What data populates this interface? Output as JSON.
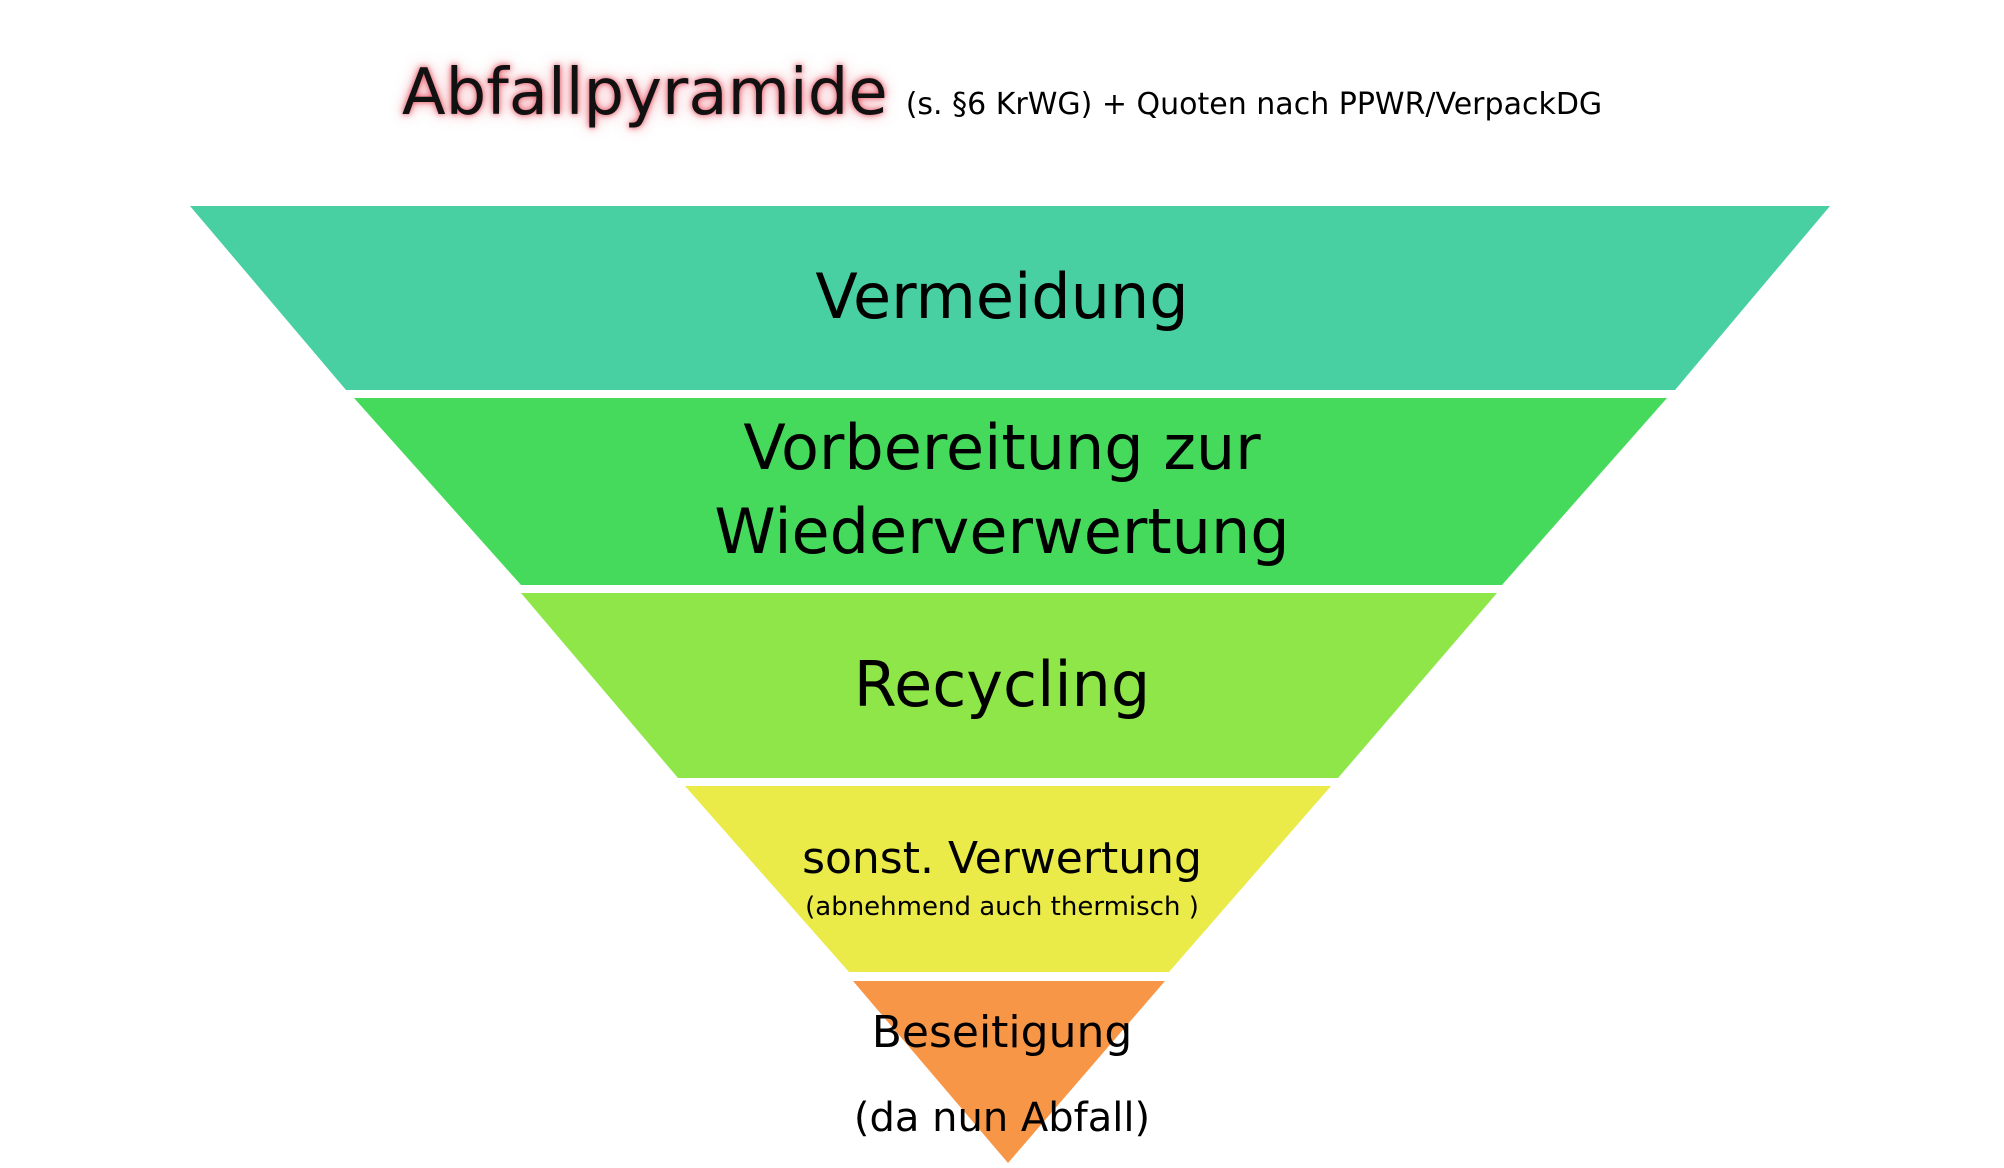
{
  "title": {
    "main": "Abfallpyramide",
    "sub": "(s. §6 KrWG) + Quoten nach PPWR/VerpackDG"
  },
  "layers": [
    {
      "lines": [
        "Vermeidung"
      ],
      "color": "#48D0A2"
    },
    {
      "lines": [
        "Vorbereitung zur",
        "Wiederverwertung"
      ],
      "color": "#46DA5D"
    },
    {
      "lines": [
        "Recycling"
      ],
      "color": "#8EE648"
    },
    {
      "lines": [
        "sonst. Verwertung"
      ],
      "note": "(abnehmend  auch thermisch )",
      "color": "#EAEA48"
    },
    {
      "lines": [
        "Beseitigung"
      ],
      "note": "(da nun Abfall)",
      "color": "#F79646"
    }
  ]
}
